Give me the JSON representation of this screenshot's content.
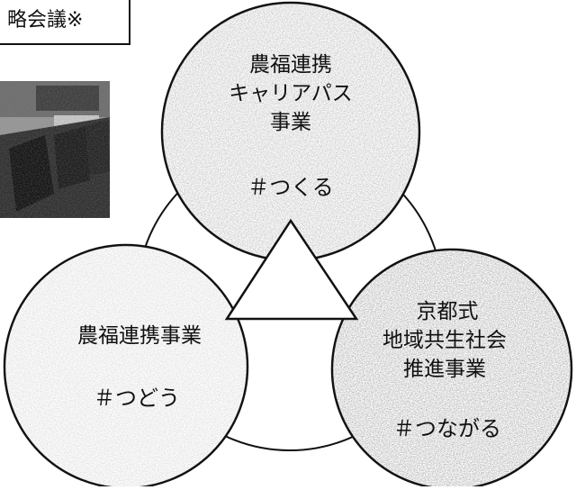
{
  "header": {
    "title": "略会議※"
  },
  "photo": {
    "icon": "meeting-room-photo"
  },
  "circles": {
    "top": {
      "lines": [
        "農福連携",
        "キャリアパス",
        "事業"
      ],
      "hashtag": "＃つくる",
      "color": "#a9a9a9"
    },
    "left": {
      "lines": [
        "農福連携事業"
      ],
      "hashtag": "＃つどう",
      "color": "#cfcfcf"
    },
    "right": {
      "lines": [
        "京都式",
        "地域共生社会",
        "推進事業"
      ],
      "hashtag": "＃つながる",
      "color": "#8f8f8f"
    }
  }
}
